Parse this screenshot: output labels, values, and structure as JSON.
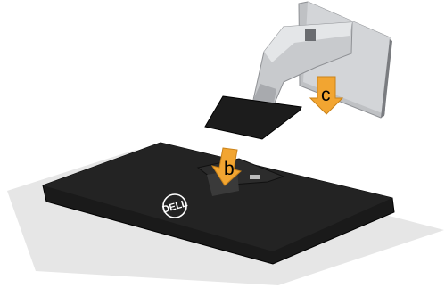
{
  "diagram": {
    "callouts": [
      {
        "id": "b",
        "label": "b"
      },
      {
        "id": "c",
        "label": "c"
      }
    ],
    "brand_logo_text": "DELL",
    "colors": {
      "arrow_fill": "#f2a531",
      "arrow_edge": "#c9821a",
      "base_plate": "#1a1a1a",
      "ground_shadow": "#e6e6e6",
      "stand_arm": "#c8cacd",
      "monitor_back": "#bfc1c4"
    }
  }
}
